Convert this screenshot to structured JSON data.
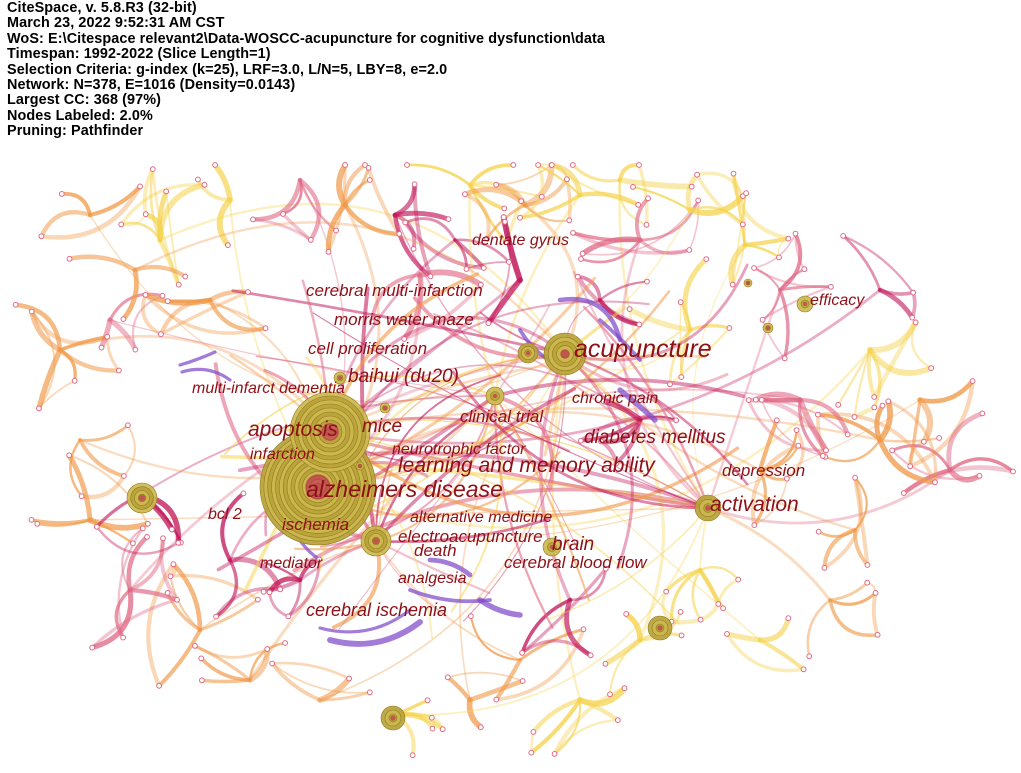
{
  "info": [
    "CiteSpace, v. 5.8.R3 (32-bit)",
    "March 23, 2022 9:52:31 AM CST",
    "WoS: E:\\Citespace relevant2\\Data-WOSCC-acupuncture for cognitive dysfunction\\data",
    "Timespan: 1992-2022 (Slice Length=1)",
    "Selection Criteria: g-index (k=25), LRF=3.0, L/N=5, LBY=8, e=2.0",
    "Network: N=378, E=1016 (Density=0.0143)",
    "Largest CC: 368 (97%)",
    "Nodes Labeled: 2.0%",
    "Pruning: Pathfinder"
  ],
  "keywords": [
    "dentate gyrus",
    "efficacy",
    "cerebral multi-infarction",
    "morris water maze",
    "acupuncture",
    "cell proliferation",
    "baihui (du20)",
    "multi-infarct dementia",
    "chronic pain",
    "clinical trial",
    "apoptosis",
    "mice",
    "diabetes mellitus",
    "neurotrophic factor",
    "infarction",
    "learning and memory ability",
    "depression",
    "alzheimers disease",
    "activation",
    "bcl 2",
    "alternative medicine",
    "ischemia",
    "electroacupuncture",
    "brain",
    "death",
    "mediator",
    "cerebral blood flow",
    "analgesia",
    "cerebral ischemia"
  ],
  "colors": {
    "label": "#8e1016",
    "node_fill": "#b8a23a",
    "node_ring": "#8f7c1c",
    "purple_links": "#7a44c8",
    "magenta_links": "#c2185b",
    "pink_links": "#e06a86",
    "orange_links": "#f09a4a",
    "yellow_links": "#f5d34e"
  }
}
